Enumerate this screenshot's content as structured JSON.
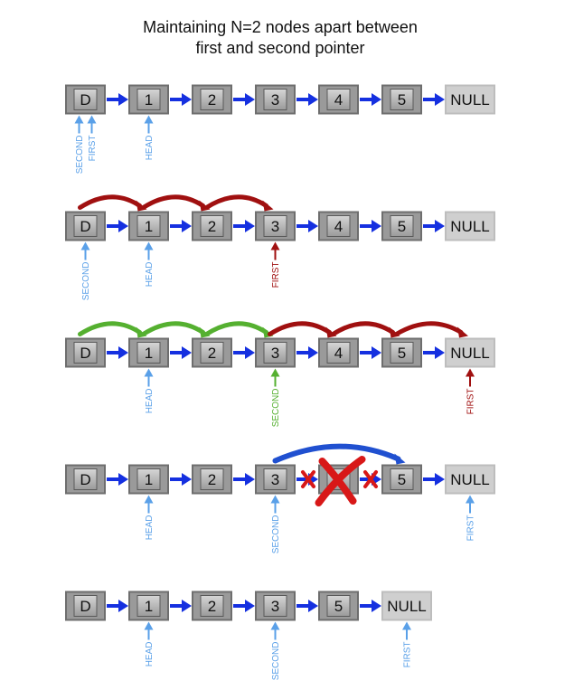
{
  "title": {
    "line1": "Maintaining N=2 nodes apart between",
    "line2": "first and second pointer"
  },
  "colors": {
    "node_fill": "#9a9a9a",
    "null_fill": "#cfcfcf",
    "link_blue": "#1530e0",
    "pointer_blue": "#5aa0e8",
    "pointer_red": "#a01010",
    "pointer_green": "#55b030",
    "jump_blue": "#2050d0",
    "cross_red": "#d81818"
  },
  "steps": [
    {
      "nodes": [
        "D",
        "1",
        "2",
        "3",
        "4",
        "5",
        "NULL"
      ],
      "deleted": [],
      "pointers": [
        {
          "label": "SECOND",
          "node": 0,
          "side": "left",
          "color": "pointer_blue"
        },
        {
          "label": "FIRST",
          "node": 0,
          "side": "right",
          "color": "pointer_blue"
        },
        {
          "label": "HEAD",
          "node": 1,
          "side": "center",
          "color": "pointer_blue"
        }
      ],
      "arcs": []
    },
    {
      "nodes": [
        "D",
        "1",
        "2",
        "3",
        "4",
        "5",
        "NULL"
      ],
      "deleted": [],
      "pointers": [
        {
          "label": "SECOND",
          "node": 0,
          "side": "center",
          "color": "pointer_blue"
        },
        {
          "label": "HEAD",
          "node": 1,
          "side": "center",
          "color": "pointer_blue"
        },
        {
          "label": "FIRST",
          "node": 3,
          "side": "center",
          "color": "pointer_red"
        }
      ],
      "arcs": [
        {
          "from": 0,
          "to": 1,
          "color": "pointer_red"
        },
        {
          "from": 1,
          "to": 2,
          "color": "pointer_red"
        },
        {
          "from": 2,
          "to": 3,
          "color": "pointer_red"
        }
      ]
    },
    {
      "nodes": [
        "D",
        "1",
        "2",
        "3",
        "4",
        "5",
        "NULL"
      ],
      "deleted": [],
      "pointers": [
        {
          "label": "HEAD",
          "node": 1,
          "side": "center",
          "color": "pointer_blue"
        },
        {
          "label": "SECOND",
          "node": 3,
          "side": "center",
          "color": "pointer_green"
        },
        {
          "label": "FIRST",
          "node": 6,
          "side": "center",
          "color": "pointer_red"
        }
      ],
      "arcs": [
        {
          "from": 0,
          "to": 1,
          "color": "pointer_green"
        },
        {
          "from": 1,
          "to": 2,
          "color": "pointer_green"
        },
        {
          "from": 2,
          "to": 3,
          "color": "pointer_green"
        },
        {
          "from": 3,
          "to": 4,
          "color": "pointer_red"
        },
        {
          "from": 4,
          "to": 5,
          "color": "pointer_red"
        },
        {
          "from": 5,
          "to": 6,
          "color": "pointer_red"
        }
      ]
    },
    {
      "nodes": [
        "D",
        "1",
        "2",
        "3",
        "4",
        "5",
        "NULL"
      ],
      "deleted": [
        4
      ],
      "pointers": [
        {
          "label": "HEAD",
          "node": 1,
          "side": "center",
          "color": "pointer_blue"
        },
        {
          "label": "SECOND",
          "node": 3,
          "side": "center",
          "color": "pointer_blue"
        },
        {
          "label": "FIRST",
          "node": 6,
          "side": "center",
          "color": "pointer_blue"
        }
      ],
      "arcs": [
        {
          "from": 3,
          "to": 5,
          "color": "jump_blue",
          "big": true
        }
      ]
    },
    {
      "nodes": [
        "D",
        "1",
        "2",
        "3",
        "5",
        "NULL"
      ],
      "deleted": [],
      "pointers": [
        {
          "label": "HEAD",
          "node": 1,
          "side": "center",
          "color": "pointer_blue"
        },
        {
          "label": "SECOND",
          "node": 3,
          "side": "center",
          "color": "pointer_blue"
        },
        {
          "label": "FIRST",
          "node": 5,
          "side": "center",
          "color": "pointer_blue"
        }
      ],
      "arcs": []
    }
  ]
}
